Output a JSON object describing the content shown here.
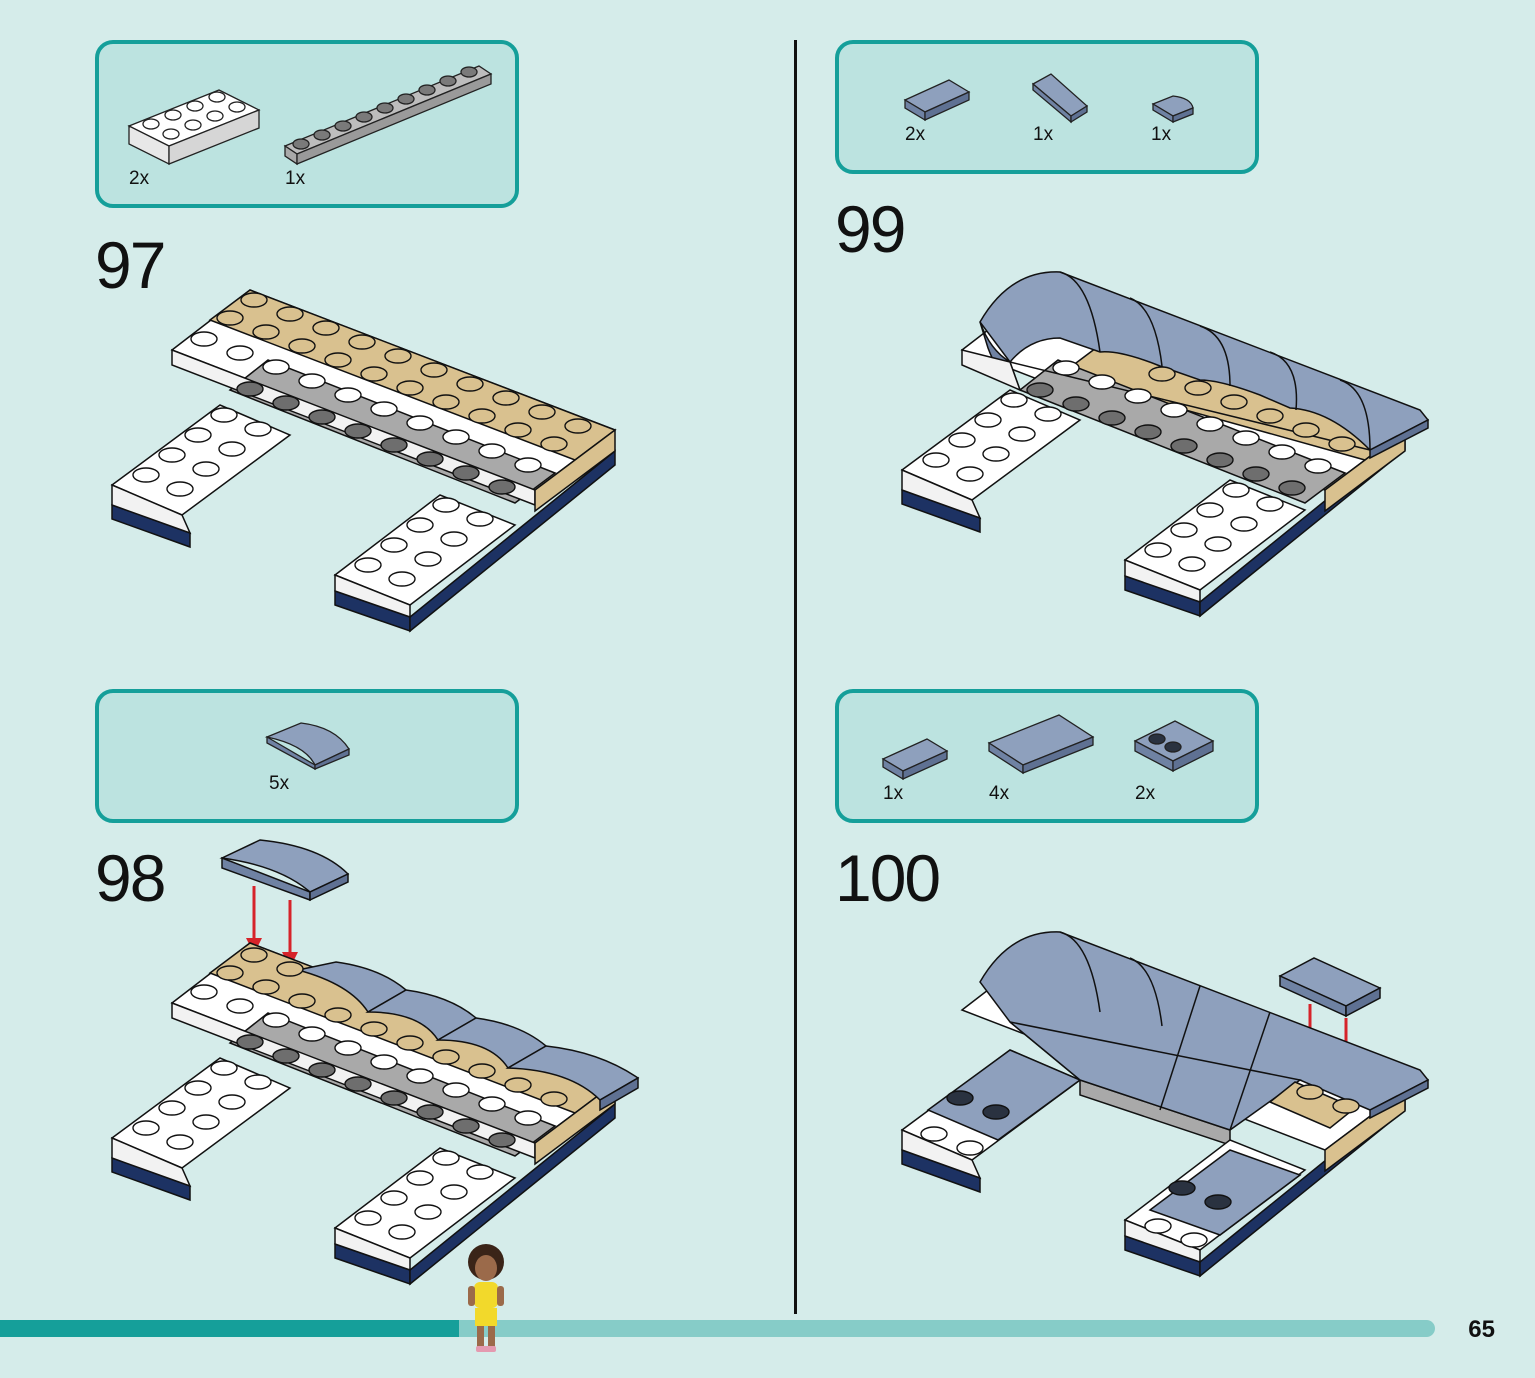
{
  "colors": {
    "background": "#d5ecea",
    "parts_box_fill": "#bce3e0",
    "parts_box_border": "#159f9a",
    "progress_fill": "#159f9a",
    "progress_track": "#86ccc8",
    "tan": "#d9c18f",
    "sand_blue": "#7b8dab",
    "dark_blue": "#1d3263",
    "light_gray": "#a9a9a9",
    "white": "#ffffff",
    "arrow_red": "#d6232a"
  },
  "steps": [
    {
      "number": "97",
      "parts": [
        {
          "qty": "2x",
          "icon": "white-plate-2x4-icon"
        },
        {
          "qty": "1x",
          "icon": "gray-plate-1x10-icon"
        }
      ]
    },
    {
      "number": "98",
      "parts": [
        {
          "qty": "5x",
          "icon": "sand-blue-curved-slope-icon"
        }
      ]
    },
    {
      "number": "99",
      "parts": [
        {
          "qty": "2x",
          "icon": "sand-blue-tile-1x2-icon"
        },
        {
          "qty": "1x",
          "icon": "sand-blue-wedge-icon"
        },
        {
          "qty": "1x",
          "icon": "sand-blue-quarter-tile-icon"
        }
      ]
    },
    {
      "number": "100",
      "parts": [
        {
          "qty": "1x",
          "icon": "sand-blue-tile-1x2-icon"
        },
        {
          "qty": "4x",
          "icon": "sand-blue-tile-2x4-icon"
        },
        {
          "qty": "2x",
          "icon": "sand-blue-plate-2x2-icon"
        }
      ]
    }
  ],
  "footer": {
    "page_number": "65",
    "progress": 0.32,
    "figure_icon": "minifigure-icon"
  }
}
